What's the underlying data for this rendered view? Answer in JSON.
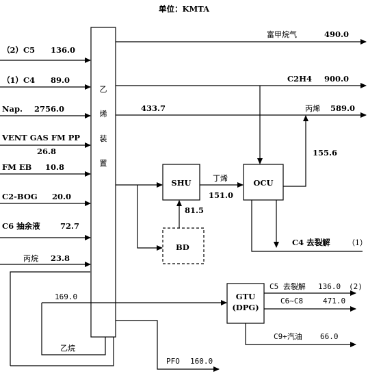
{
  "title": "单位：KMTA",
  "units": {
    "cracker": [
      "乙",
      "烯",
      "装",
      "置"
    ],
    "shu": "SHU",
    "ocu": "OCU",
    "bd": "BD",
    "gtu": [
      "GTU",
      "(DPG)"
    ]
  },
  "feeds": [
    {
      "label": "（2）C5",
      "value": "136.0"
    },
    {
      "label": "（1）C4",
      "value": "89.0"
    },
    {
      "label": "Nap.",
      "value": "2756.0"
    },
    {
      "label": "VENT GAS FM PP",
      "value": "26.8"
    },
    {
      "label": "FM EB",
      "value": "10.8"
    },
    {
      "label": "C2-BOG",
      "value": "20.0"
    },
    {
      "label": "C6 抽余液",
      "value": "72.7"
    },
    {
      "label": "丙烷",
      "value": "23.8"
    }
  ],
  "products": {
    "fuel_gas": {
      "label": "富甲烷气",
      "value": "490.0"
    },
    "ethylene": {
      "label": "C2H4",
      "value": "900.0"
    },
    "propylene": {
      "label": "丙烯",
      "value": "589.0"
    },
    "propylene_from_cracker": "433.7",
    "ocu_propylene": "155.6",
    "butene": {
      "label": "丁烯",
      "value": "151.0"
    },
    "bd_to_shu": "81.5",
    "c4_recycle": {
      "label": "C4 去裂解",
      "tag": "（1）"
    },
    "c5_recycle": {
      "label": "C5 去裂解",
      "value": "136.0",
      "tag": "(2)"
    },
    "c6_c8": {
      "label": "C6~C8",
      "value": "471.0"
    },
    "c9_gasoline": {
      "label": "C9+汽油",
      "value": "66.0"
    },
    "pygas_feed": "169.0",
    "ethane": "乙烷",
    "pfo": {
      "label": "PFO",
      "value": "160.0"
    }
  }
}
